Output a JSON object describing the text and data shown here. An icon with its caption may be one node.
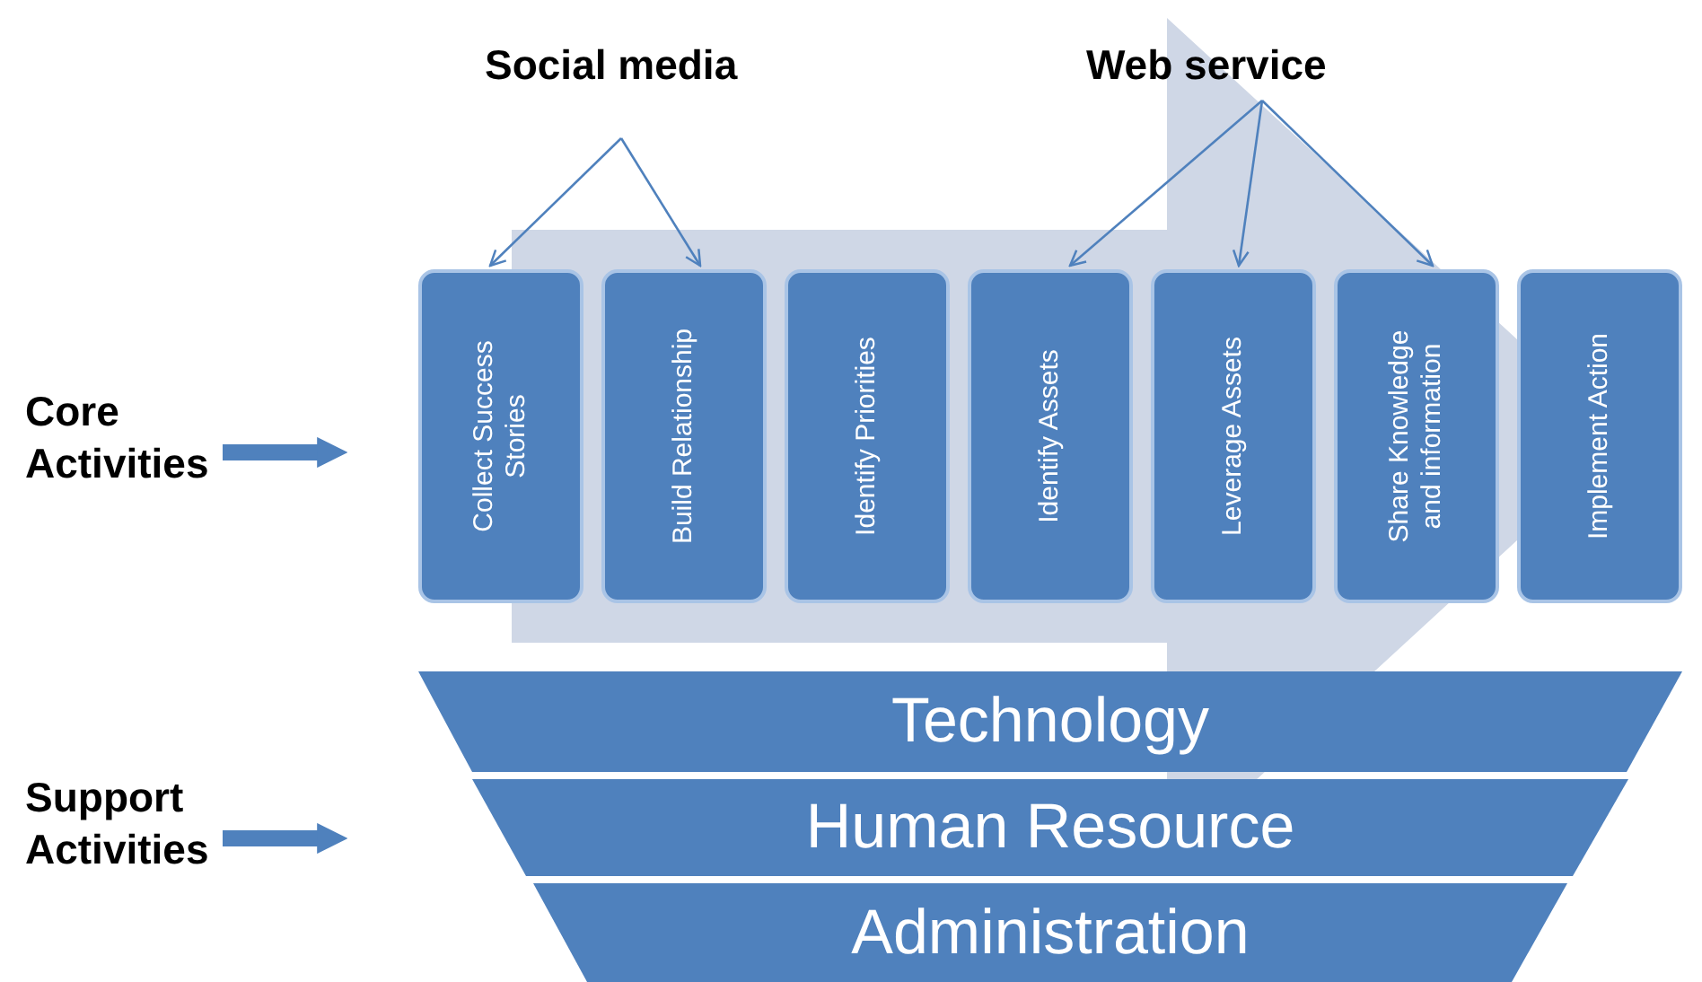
{
  "diagram": {
    "nodes": [
      {
        "text": [
          "Social media"
        ]
      },
      {
        "text": [
          "Web service"
        ]
      },
      {
        "text": [
          "Core Activities"
        ]
      },
      {
        "text": [
          "Support Activities"
        ]
      },
      {
        "text": [
          "Collect Success Stories"
        ]
      },
      {
        "text": [
          "Build Relationship"
        ]
      },
      {
        "text": [
          "Identify Priorities"
        ]
      },
      {
        "text": [
          "Identify Assets"
        ]
      },
      {
        "text": [
          "Leverage Assets"
        ]
      },
      {
        "text": [
          "Share Knowledge and information"
        ]
      },
      {
        "text": [
          "Implement Action"
        ]
      },
      {
        "text": [
          "Technology"
        ]
      },
      {
        "text": [
          "Human Resource"
        ]
      },
      {
        "text": [
          "Administration"
        ]
      }
    ],
    "edges": [
      {
        "from": 0,
        "to": 4,
        "arrow": "to"
      },
      {
        "from": 0,
        "to": 5,
        "arrow": "to"
      },
      {
        "from": 1,
        "to": 7,
        "arrow": "to"
      },
      {
        "from": 1,
        "to": 8,
        "arrow": "to"
      },
      {
        "from": 1,
        "to": 9,
        "arrow": "to"
      },
      {
        "from": 2,
        "to": null,
        "arrow": "to",
        "style": "thick"
      },
      {
        "from": 3,
        "to": null,
        "arrow": "to",
        "style": "thick"
      },
      {
        "from": 4,
        "to": 10,
        "arrow": "to",
        "style": "thick",
        "color": "#cfd7e6"
      }
    ]
  }
}
